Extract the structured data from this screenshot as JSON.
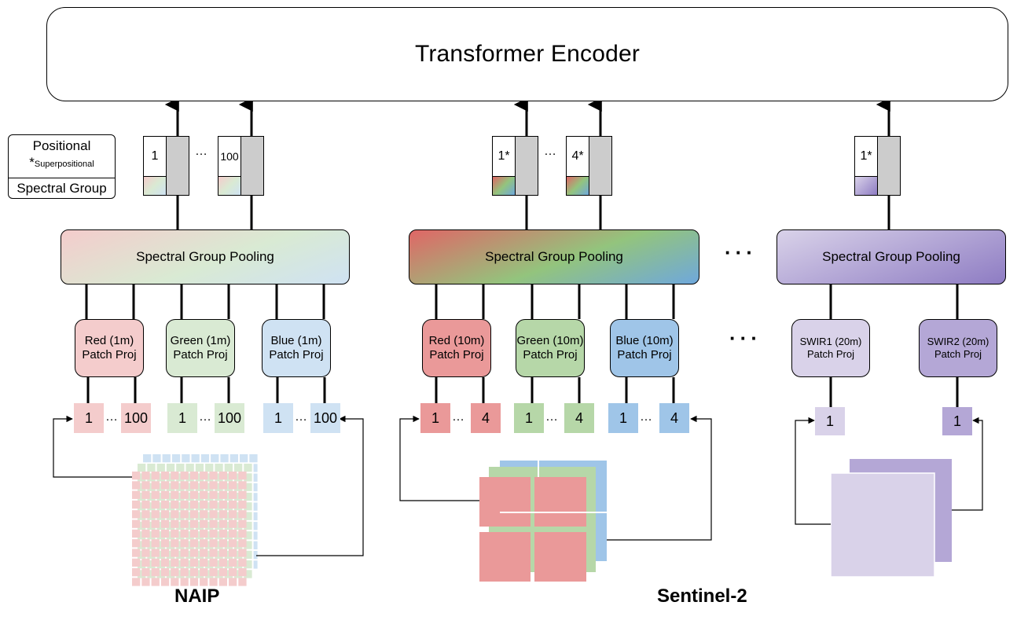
{
  "encoder": {
    "label": "Transformer Encoder"
  },
  "legend": {
    "positional": "Positional",
    "superpositional_star": "*",
    "superpositional": "Superpositional",
    "spectral_group": "Spectral Group"
  },
  "ellipsis": "···",
  "small_ellipsis": "…",
  "groups": [
    {
      "pool_label": "Spectral Group Pooling",
      "tokens": [
        "1",
        "100"
      ],
      "projections": [
        {
          "line1": "Red (1m)",
          "line2": "Patch Proj",
          "patches": [
            "1",
            "100"
          ],
          "color": "#f4cccc"
        },
        {
          "line1": "Green (1m)",
          "line2": "Patch Proj",
          "patches": [
            "1",
            "100"
          ],
          "color": "#d9ead3"
        },
        {
          "line1": "Blue (1m)",
          "line2": "Patch Proj",
          "patches": [
            "1",
            "100"
          ],
          "color": "#cfe2f3"
        }
      ]
    },
    {
      "pool_label": "Spectral Group Pooling",
      "tokens": [
        "1*",
        "4*"
      ],
      "projections": [
        {
          "line1": "Red (10m)",
          "line2": "Patch Proj",
          "patches": [
            "1",
            "4"
          ],
          "color": "#ea9999"
        },
        {
          "line1": "Green (10m)",
          "line2": "Patch Proj",
          "patches": [
            "1",
            "4"
          ],
          "color": "#b6d7a8"
        },
        {
          "line1": "Blue (10m)",
          "line2": "Patch Proj",
          "patches": [
            "1",
            "4"
          ],
          "color": "#9fc5e8"
        }
      ]
    },
    {
      "pool_label": "Spectral Group Pooling",
      "tokens": [
        "1*"
      ],
      "projections": [
        {
          "line1": "SWIR1 (20m)",
          "line2": "Patch Proj",
          "patches": [
            "1"
          ],
          "color": "#d9d2e9"
        },
        {
          "line1": "SWIR2 (20m)",
          "line2": "Patch Proj",
          "patches": [
            "1"
          ],
          "color": "#b4a7d6"
        }
      ]
    }
  ],
  "captions": {
    "naip": "NAIP",
    "sentinel": "Sentinel-2"
  }
}
